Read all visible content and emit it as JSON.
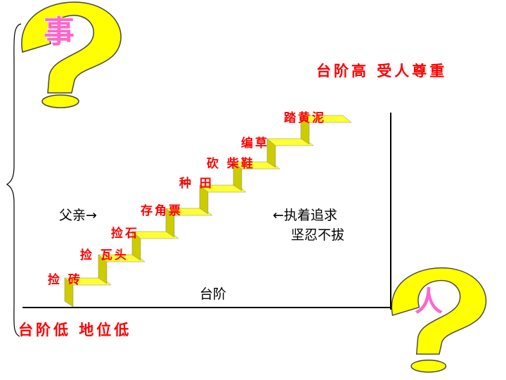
{
  "question_top": {
    "character": "事"
  },
  "question_bottom": {
    "character": "人"
  },
  "top_right_caption": "台阶高  受人尊重",
  "bottom_left_caption": "台阶低    地位低",
  "father_label": "父亲→",
  "pursuit_line1": "←执着追求",
  "pursuit_line2": "坚忍不拔",
  "stairs_label": "台阶",
  "steps": [
    {
      "label": "捡 砖"
    },
    {
      "label": "捡 瓦头"
    },
    {
      "label": "捡石"
    },
    {
      "label": "存角票"
    },
    {
      "label": "种 田"
    },
    {
      "label": "砍 柴鞋"
    },
    {
      "label": "编草"
    },
    {
      "label": "踏黄泥"
    }
  ],
  "colors": {
    "stair_yellow": "#ffff33",
    "stair_shade": "#cccc00",
    "question_yellow": "#ffff00",
    "accent_red": "#ff0000",
    "accent_pink": "#ff66cc"
  }
}
